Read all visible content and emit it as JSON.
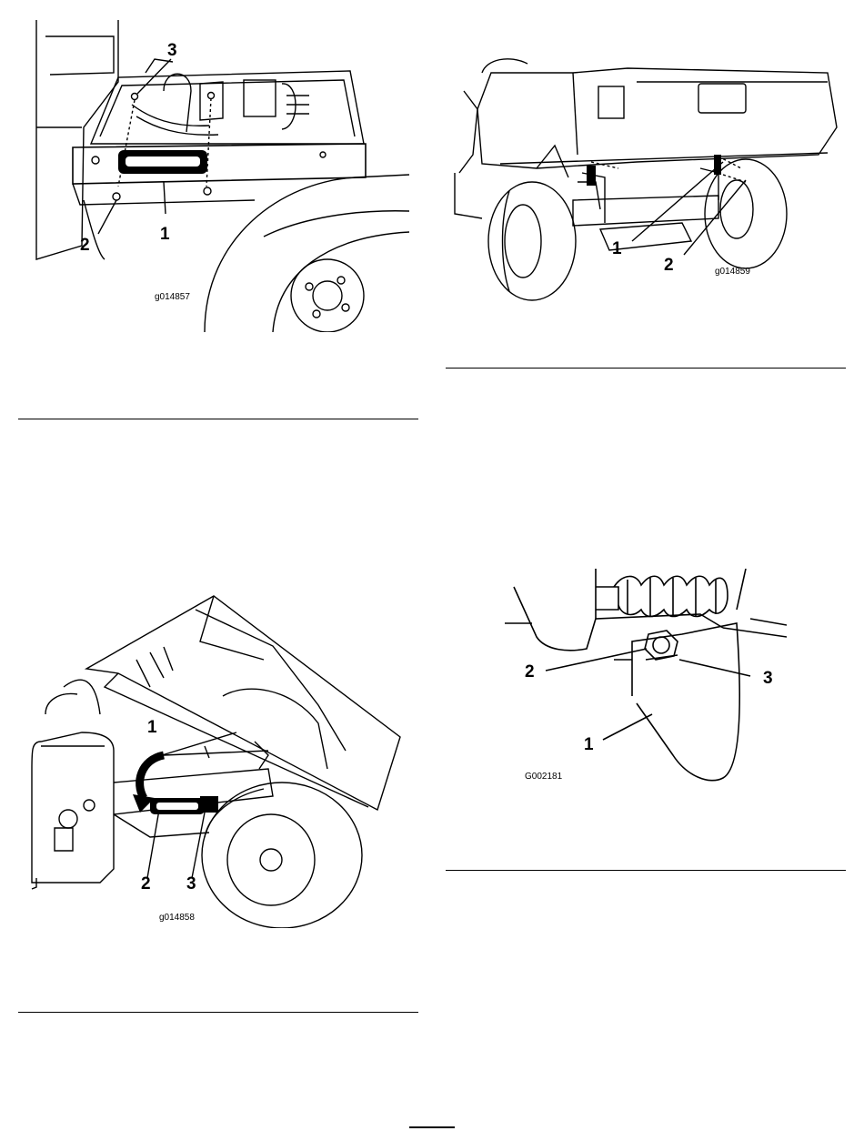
{
  "figures": [
    {
      "id": "g014857",
      "callouts": [
        "1",
        "2",
        "3"
      ]
    },
    {
      "id": "g014859",
      "callouts": [
        "1",
        "2"
      ]
    },
    {
      "id": "g014858",
      "callouts": [
        "1",
        "2",
        "3"
      ]
    },
    {
      "id": "G002181",
      "callouts": [
        "1",
        "2",
        "3"
      ]
    }
  ]
}
